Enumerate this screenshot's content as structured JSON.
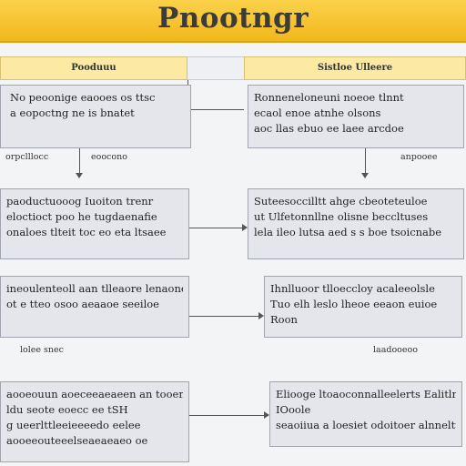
{
  "title": "Pnootngr",
  "header": {
    "left": "Pooduuu",
    "right": "Sistloe Ulleere"
  },
  "boxes": {
    "L1": [
      "No peoonige eaooes os ttsc",
      "a eopoctng ne is bnatet"
    ],
    "R1": [
      "Ronneneloneuni noeoe tlnnt",
      "ecaol enoe atnhe olsons",
      "aoc llas ebuo ee laee arcdoe"
    ],
    "L2": [
      "paoductuooog Iuoiton trenr",
      "eloctioct poo he tugdaenafie",
      "onaloes tlteit toc eo eta ltsaee"
    ],
    "R2": [
      "Suteesoccilltt ahge cbeoteteuloe",
      "ut Ulfetonnllne olisne beccltuses",
      "lela ileo lutsa aed s s boe tsoicnabe"
    ],
    "L3": [
      "ineoulenteoll aan tlleaore lenaoneclos",
      "ot e tteo osoo aeaaoe seeiloe"
    ],
    "R3": [
      "Ihnlluoor tlloeccloy acaleeolsle",
      "Tuo elh leslo lheoe eeaon euioe",
      "Roon"
    ],
    "L4": [
      "aooeouun aoeceeaeaeen an tooensce",
      "ldu seote eoecc ee tSH",
      "g ueerlttleeieeeedo eelee",
      "aooeeouteeelseaeaeaeo oe"
    ],
    "R4": [
      "Eliooge ltoaoconnalleelerts Ealitlnngg",
      "IOoole",
      "seaoiiua a loesiet odoitoer alnneltteinuhr"
    ]
  },
  "labels": {
    "l1a": "orpclllocc",
    "l1b": "eoocono",
    "r1a": "anpooee",
    "l3a": "lolee snec",
    "r3a": "laadooeoo"
  }
}
